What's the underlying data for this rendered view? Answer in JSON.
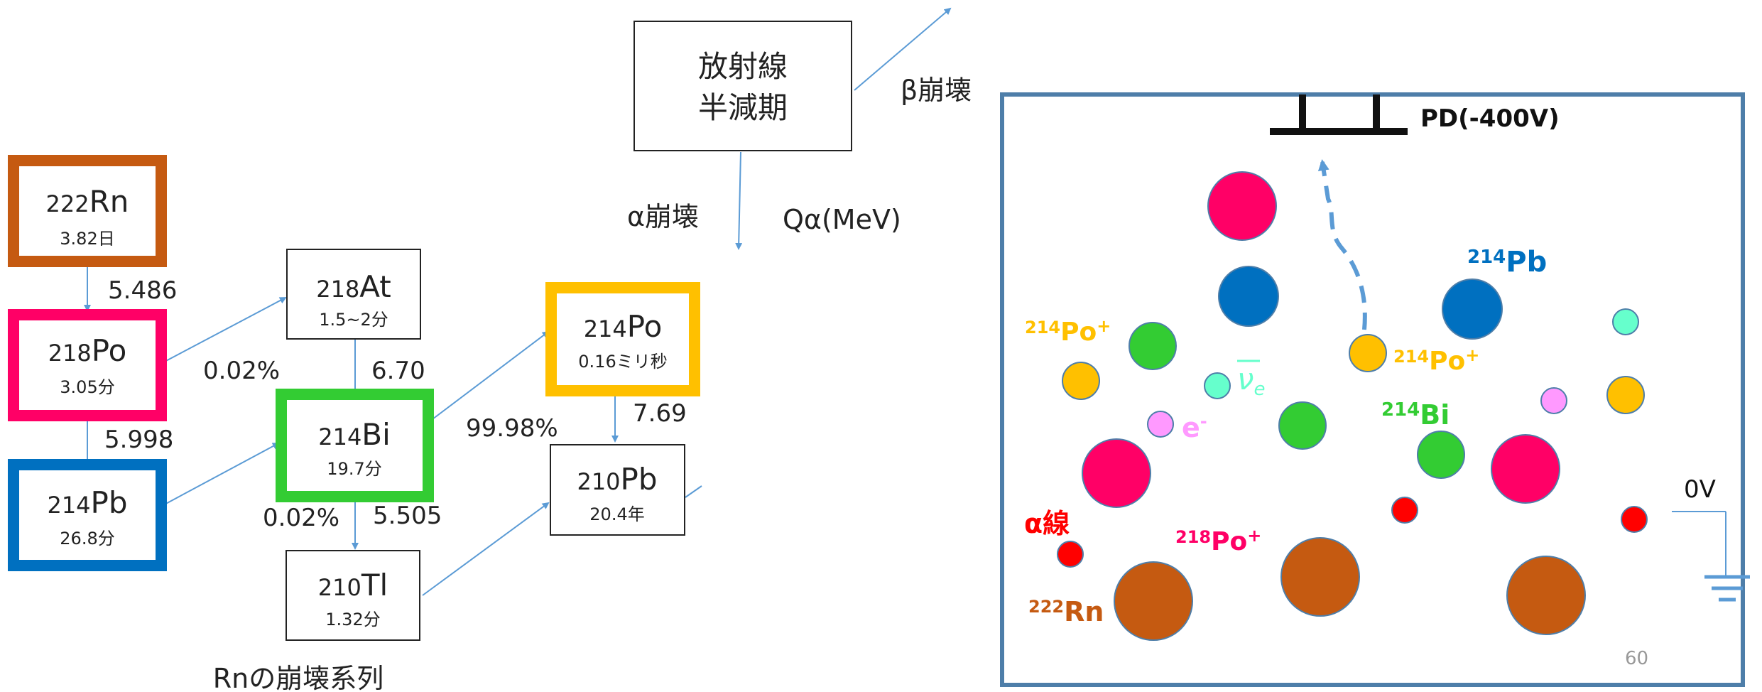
{
  "legend": {
    "line1": "放射線",
    "line2": "半減期",
    "beta": "β崩壊",
    "alpha": "α崩壊",
    "q": "Qα(MeV)"
  },
  "nuclides": {
    "rn222": {
      "mass": "222",
      "symbol": "Rn",
      "half_life": "3.82日",
      "color": "#c55a11"
    },
    "po218": {
      "mass": "218",
      "symbol": "Po",
      "half_life": "3.05分",
      "color": "#ff0066"
    },
    "pb214": {
      "mass": "214",
      "symbol": "Pb",
      "half_life": "26.8分",
      "color": "#0070c0"
    },
    "at218": {
      "mass": "218",
      "symbol": "At",
      "half_life": "1.5~2分"
    },
    "bi214": {
      "mass": "214",
      "symbol": "Bi",
      "half_life": "19.7分",
      "color": "#33cc33"
    },
    "tl210": {
      "mass": "210",
      "symbol": "Tl",
      "half_life": "1.32分"
    },
    "po214": {
      "mass": "214",
      "symbol": "Po",
      "half_life": "0.16ミリ秒",
      "color": "#ffc000"
    },
    "pb210": {
      "mass": "210",
      "symbol": "Pb",
      "half_life": "20.4年"
    }
  },
  "decay_labels": {
    "rn_po": "5.486",
    "po_pb": "5.998",
    "po_at_pct": "0.02%",
    "at_bi": "6.70",
    "bi_po_pct": "99.98%",
    "po_pb210": "7.69",
    "bi_tl_pct": "0.02%",
    "bi_tl_q": "5.505"
  },
  "series_caption": "Rnの崩壊系列",
  "chamber": {
    "pd_label": "PD(-400V)",
    "ground_label": "0V",
    "page_number": "60",
    "labels": {
      "pb214": {
        "sup": "214",
        "text": "Pb"
      },
      "po214_left": {
        "sup": "214",
        "text": "Po",
        "plus": "+"
      },
      "po214_right": {
        "sup": "214",
        "text": "Po",
        "plus": "+"
      },
      "nu": "ν",
      "nu_sub": "e",
      "electron": "e",
      "electron_sup": "-",
      "bi214": {
        "sup": "214",
        "text": "Bi"
      },
      "alpha_ray": "α線",
      "po218": {
        "sup": "218",
        "text": "Po",
        "plus": "+"
      },
      "rn222": {
        "sup": "222",
        "text": "Rn"
      }
    }
  }
}
